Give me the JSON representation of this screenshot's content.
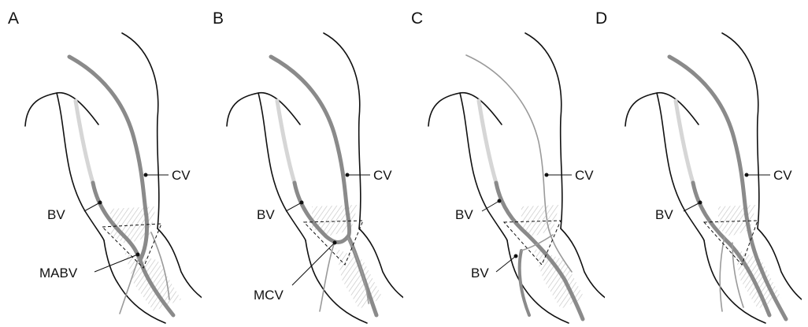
{
  "panels": [
    {
      "letter": "A",
      "labels": {
        "cv": "CV",
        "bv": "BV",
        "lower": "MABV"
      }
    },
    {
      "letter": "B",
      "labels": {
        "cv": "CV",
        "bv": "BV",
        "lower": "MCV"
      }
    },
    {
      "letter": "C",
      "labels": {
        "cv": "CV",
        "bv": "BV",
        "lower": "BV"
      }
    },
    {
      "letter": "D",
      "labels": {
        "cv": "CV",
        "bv": "BV"
      }
    }
  ]
}
